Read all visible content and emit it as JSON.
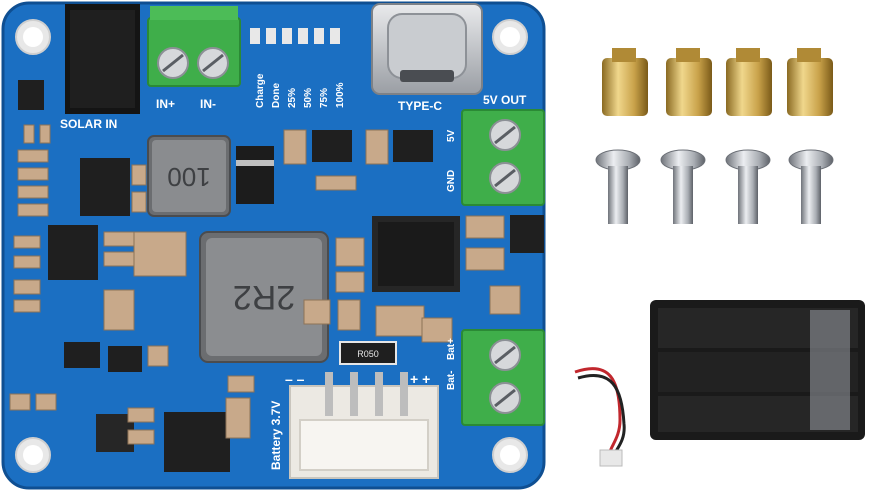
{
  "board": {
    "labels": {
      "solar_in": "SOLAR IN",
      "in_plus": "IN+",
      "in_minus": "IN-",
      "type_c": "TYPE-C",
      "five_v_out": "5V OUT",
      "five_v": "5V",
      "gnd": "GND",
      "charge": "Charge",
      "done": "Done",
      "p25": "25%",
      "p50": "50%",
      "p75": "75%",
      "p100": "100%",
      "battery": "Battery 3.7V",
      "bat_minus": "Bat-",
      "bat_plus": "Bat+",
      "minus_marks": "– –",
      "plus_marks": "+ +",
      "inductor_small": "100",
      "inductor_large": "2R2",
      "resistor_code": "R050"
    }
  },
  "accessories": {
    "standoff_count": 4,
    "screw_count": 4,
    "battery_holder_cells": 3
  },
  "colors": {
    "pcb": "#1b6fc2",
    "pcb_dark": "#155ba3",
    "terminal": "#3fae4a",
    "brass": "#c9a24a",
    "steel": "#b8bcc2",
    "holder": "#1a1a1a"
  }
}
